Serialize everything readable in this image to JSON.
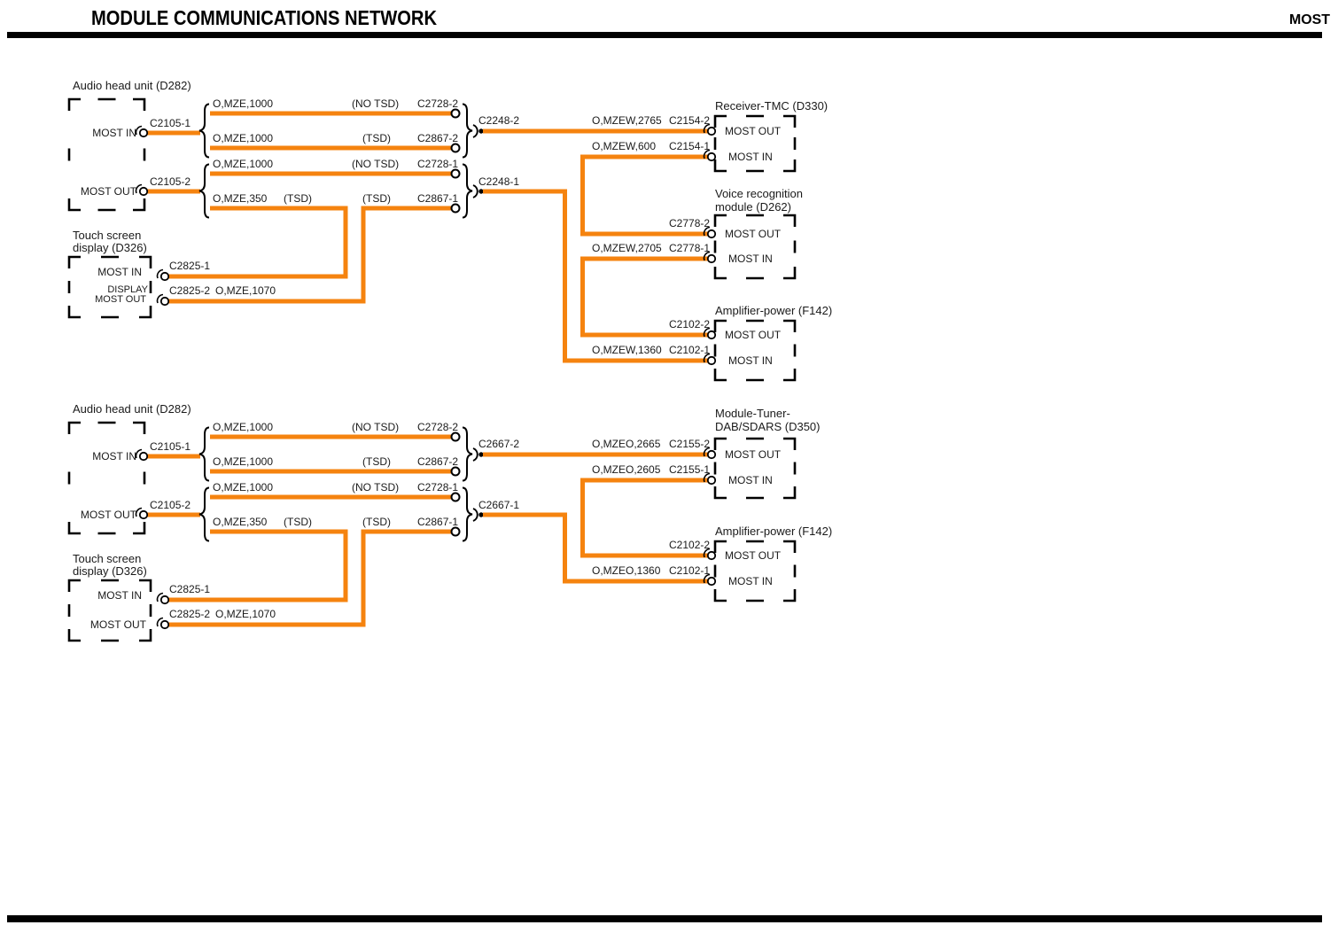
{
  "header": {
    "title": "MODULE COMMUNICATIONS NETWORK",
    "corner": "MOST"
  },
  "colors": {
    "wire": "#F5830F"
  },
  "top": {
    "audio": {
      "title": "Audio head unit (D282)",
      "in_label": "MOST IN",
      "in_conn": "C2105-1",
      "out_label": "MOST OUT",
      "out_conn": "C2105-2"
    },
    "rows": [
      {
        "spec": "O,MZE,1000",
        "tsd": "(NO TSD)",
        "conn": "C2728-2"
      },
      {
        "spec": "O,MZE,1000",
        "tsd": "(TSD)",
        "conn": "C2867-2"
      },
      {
        "spec": "O,MZE,1000",
        "tsd": "(NO TSD)",
        "conn": "C2728-1"
      },
      {
        "spec": "O,MZE,350",
        "tsd1": "(TSD)",
        "tsd": "(TSD)",
        "conn": "C2867-1"
      }
    ],
    "junctions": {
      "top": "C2248-2",
      "bottom": "C2248-1"
    },
    "touch": {
      "title1": "Touch screen",
      "title2": "display (D326)",
      "in_label": "MOST IN",
      "in_conn": "C2825-1",
      "display_label": "DISPLAY",
      "out_label": "MOST OUT",
      "out_conn": "C2825-2",
      "out_spec": "O,MZE,1070"
    },
    "links": {
      "tmc_out": {
        "spec": "O,MZEW,2765",
        "conn": "C2154-2"
      },
      "tmc_in": {
        "spec": "O,MZEW,600",
        "conn": "C2154-1"
      },
      "voice_out": {
        "conn": "C2778-2"
      },
      "voice_in": {
        "spec": "O,MZEW,2705",
        "conn": "C2778-1"
      },
      "amp_out": {
        "conn": "C2102-2"
      },
      "amp_in": {
        "spec": "O,MZEW,1360",
        "conn": "C2102-1"
      }
    },
    "modules": {
      "tmc": {
        "title": "Receiver-TMC (D330)",
        "out_label": "MOST OUT",
        "in_label": "MOST IN"
      },
      "voice": {
        "title1": "Voice recognition",
        "title2": "module (D262)",
        "out_label": "MOST OUT",
        "in_label": "MOST IN"
      },
      "amp": {
        "title": "Amplifier-power (F142)",
        "out_label": "MOST OUT",
        "in_label": "MOST IN"
      }
    }
  },
  "bottom": {
    "audio": {
      "title": "Audio head unit (D282)",
      "in_label": "MOST IN",
      "in_conn": "C2105-1",
      "out_label": "MOST OUT",
      "out_conn": "C2105-2"
    },
    "rows": [
      {
        "spec": "O,MZE,1000",
        "tsd": "(NO TSD)",
        "conn": "C2728-2"
      },
      {
        "spec": "O,MZE,1000",
        "tsd": "(TSD)",
        "conn": "C2867-2"
      },
      {
        "spec": "O,MZE,1000",
        "tsd": "(NO TSD)",
        "conn": "C2728-1"
      },
      {
        "spec": "O,MZE,350",
        "tsd1": "(TSD)",
        "tsd": "(TSD)",
        "conn": "C2867-1"
      }
    ],
    "junctions": {
      "top": "C2667-2",
      "bottom": "C2667-1"
    },
    "touch": {
      "title1": "Touch screen",
      "title2": "display (D326)",
      "in_label": "MOST IN",
      "in_conn": "C2825-1",
      "out_label": "MOST OUT",
      "out_conn": "C2825-2",
      "out_spec": "O,MZE,1070"
    },
    "links": {
      "tuner_out": {
        "spec": "O,MZEO,2665",
        "conn": "C2155-2"
      },
      "tuner_in": {
        "spec": "O,MZEO,2605",
        "conn": "C2155-1"
      },
      "amp_out": {
        "conn": "C2102-2"
      },
      "amp_in": {
        "spec": "O,MZEO,1360",
        "conn": "C2102-1"
      }
    },
    "modules": {
      "tuner": {
        "title1": "Module-Tuner-",
        "title2": "DAB/SDARS (D350)",
        "out_label": "MOST OUT",
        "in_label": "MOST IN"
      },
      "amp": {
        "title": "Amplifier-power (F142)",
        "out_label": "MOST OUT",
        "in_label": "MOST IN"
      }
    }
  }
}
